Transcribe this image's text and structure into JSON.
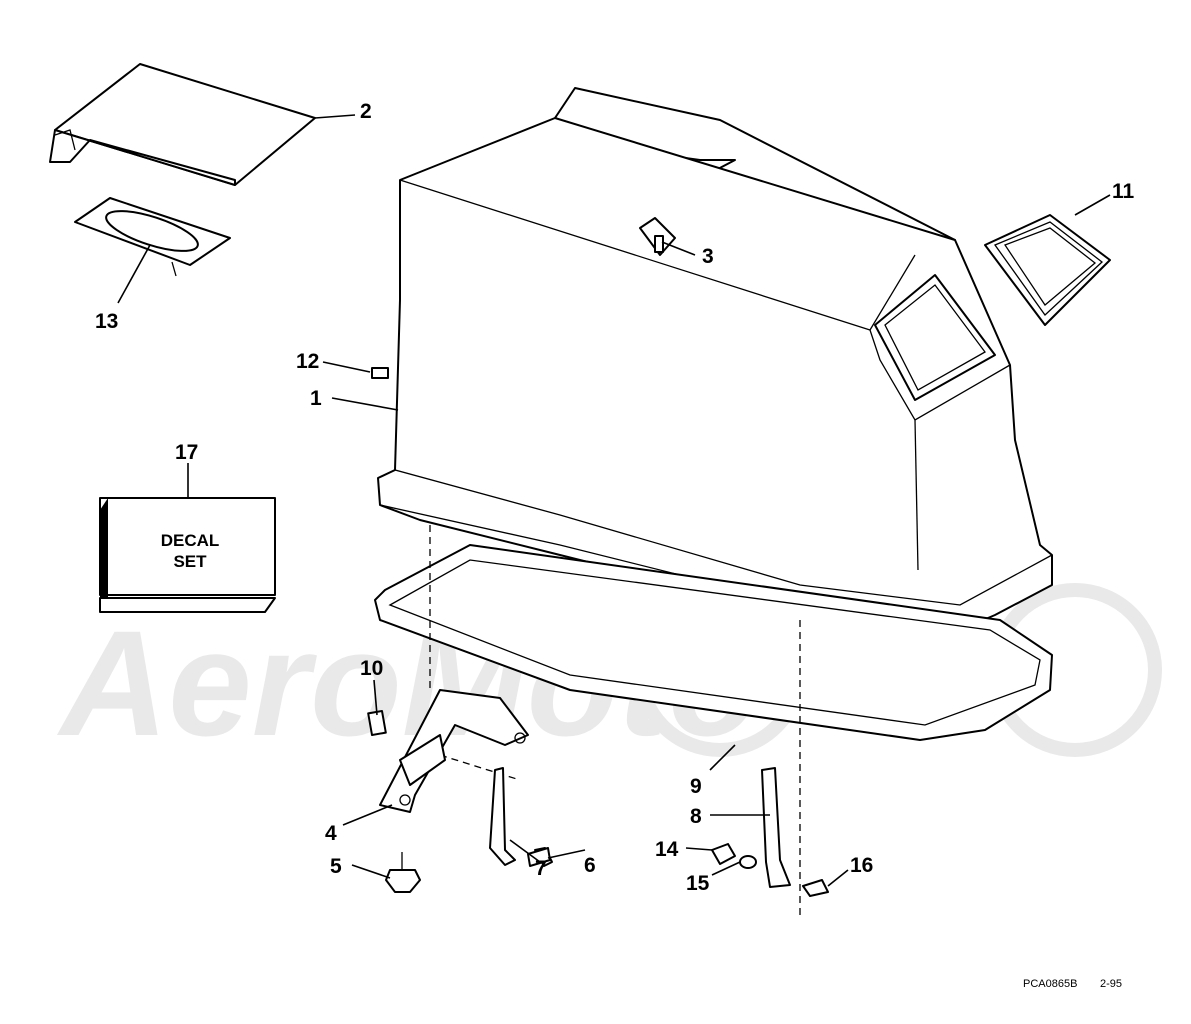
{
  "diagram": {
    "callouts": [
      "1",
      "2",
      "3",
      "4",
      "5",
      "6",
      "7",
      "8",
      "9",
      "10",
      "11",
      "12",
      "13",
      "14",
      "15",
      "16",
      "17"
    ],
    "decal_box": {
      "line1": "DECAL",
      "line2": "SET"
    },
    "drawing_code": "PCA0865B",
    "revision": "2-95",
    "watermark": "AeroMoto"
  },
  "colors": {
    "line": "#000000",
    "background": "#ffffff",
    "watermark": "#e9e9e9"
  }
}
